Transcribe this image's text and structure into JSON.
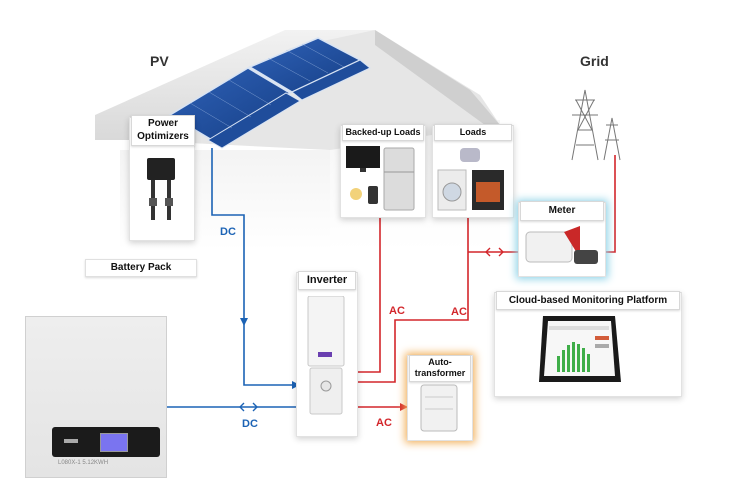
{
  "labels": {
    "pv": "PV",
    "grid": "Grid",
    "power_optimizers": "Power\nOptimizers",
    "battery_pack": "Battery Pack",
    "backed_up_loads": "Backed-up Loads",
    "loads": "Loads",
    "meter": "Meter",
    "inverter": "Inverter",
    "auto_transformer": "Auto-\ntransformer",
    "cloud_platform": "Cloud-based Monitoring Platform",
    "dc_top": "DC",
    "dc_bottom": "DC",
    "ac_1": "AC",
    "ac_2": "AC",
    "ac_3": "AC",
    "battery_model": "L080X-1  5.12KWH"
  },
  "colors": {
    "dc_line": "#1c63b5",
    "ac_line": "#d3262b",
    "meter_glow": "#8fd3e8",
    "transformer_glow": "#f2b15c"
  }
}
